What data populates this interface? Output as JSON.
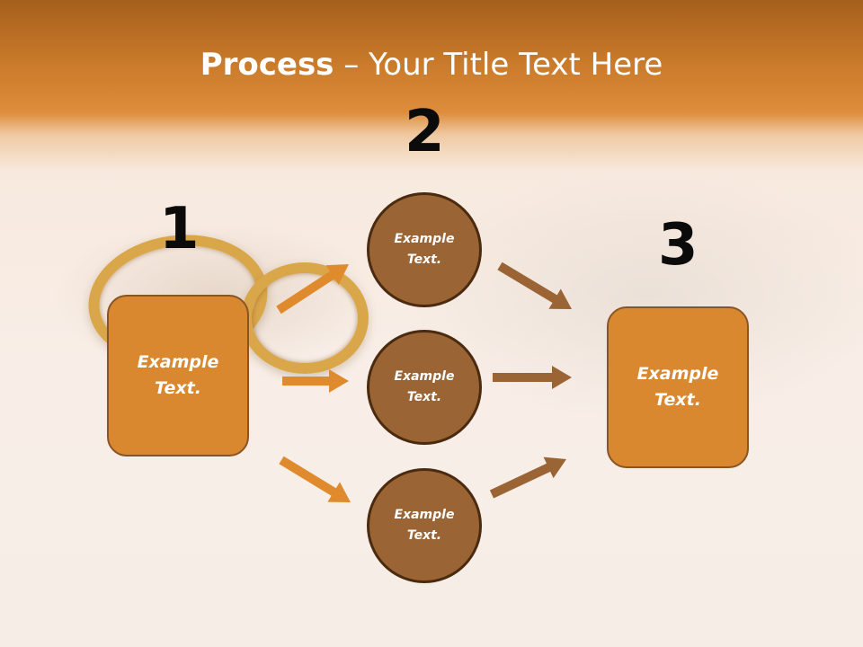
{
  "slide": {
    "title_bold": "Process",
    "title_rest": " – Your Title Text Here"
  },
  "steps": {
    "step1_number": "1",
    "step2_number": "2",
    "step3_number": "3"
  },
  "nodes": {
    "start_box": "Example\nText.",
    "circle_top": "Example\nText.",
    "circle_middle": "Example\nText.",
    "circle_bottom": "Example\nText.",
    "end_box": "Example\nText."
  },
  "colors": {
    "header_orange": "#c97a2a",
    "box_fill": "#d9882f",
    "circle_fill": "#9a6434",
    "left_arrow": "#e08a2e",
    "right_arrow": "#9a6434"
  }
}
